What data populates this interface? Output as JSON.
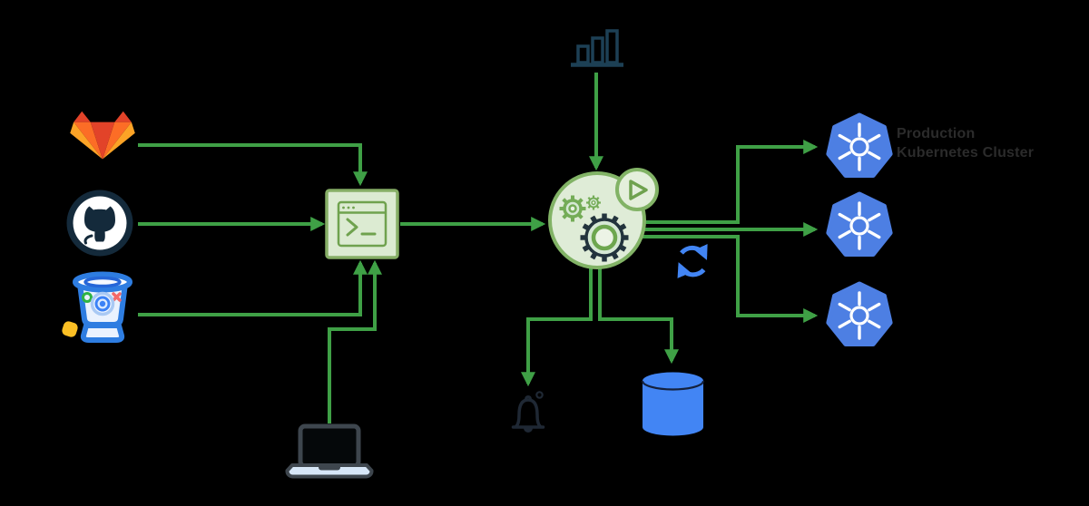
{
  "label": {
    "line1": "Production",
    "line2": "Kubernetes Cluster"
  },
  "colors": {
    "background": "#000000",
    "arrow_green": "#3FA046",
    "node_border_green": "#86AE66",
    "node_fill_green": "#DCEBD2",
    "kubernetes_blue": "#4D7FE3",
    "data_blue": "#4285F4",
    "chart_navy": "#1D4055",
    "bell_dark": "#1F2834",
    "gitlab_red": "#E24329",
    "gitlab_orange": "#FC6D26",
    "gitlab_amber": "#FCA326",
    "github_navy": "#142A3B",
    "bitbucket_blue": "#2E7DE1",
    "laptop_slate": "#3E464E",
    "label_text": "#2B2B2B"
  },
  "nodes": [
    {
      "id": "gitlab",
      "icon": "gitlab-icon"
    },
    {
      "id": "github",
      "icon": "github-icon"
    },
    {
      "id": "bitbucket",
      "icon": "bitbucket-icon"
    },
    {
      "id": "terminal",
      "icon": "terminal-icon"
    },
    {
      "id": "developer-laptop",
      "icon": "laptop-icon"
    },
    {
      "id": "metrics",
      "icon": "bar-chart-icon"
    },
    {
      "id": "ci-cd-pipeline",
      "icon": "gears-play-icon"
    },
    {
      "id": "sync",
      "icon": "refresh-icon"
    },
    {
      "id": "notifications",
      "icon": "bell-icon"
    },
    {
      "id": "database",
      "icon": "database-icon"
    },
    {
      "id": "kubernetes-cluster-1",
      "icon": "kubernetes-icon"
    },
    {
      "id": "kubernetes-cluster-2",
      "icon": "kubernetes-icon"
    },
    {
      "id": "kubernetes-cluster-3",
      "icon": "kubernetes-icon"
    }
  ],
  "edges": [
    {
      "from": "gitlab",
      "to": "terminal"
    },
    {
      "from": "github",
      "to": "terminal"
    },
    {
      "from": "bitbucket",
      "to": "terminal"
    },
    {
      "from": "developer-laptop",
      "to": "terminal"
    },
    {
      "from": "terminal",
      "to": "ci-cd-pipeline"
    },
    {
      "from": "metrics",
      "to": "ci-cd-pipeline"
    },
    {
      "from": "ci-cd-pipeline",
      "to": "notifications"
    },
    {
      "from": "ci-cd-pipeline",
      "to": "database"
    },
    {
      "from": "ci-cd-pipeline",
      "to": "kubernetes-cluster-1"
    },
    {
      "from": "ci-cd-pipeline",
      "to": "kubernetes-cluster-2"
    },
    {
      "from": "ci-cd-pipeline",
      "to": "kubernetes-cluster-3"
    }
  ]
}
